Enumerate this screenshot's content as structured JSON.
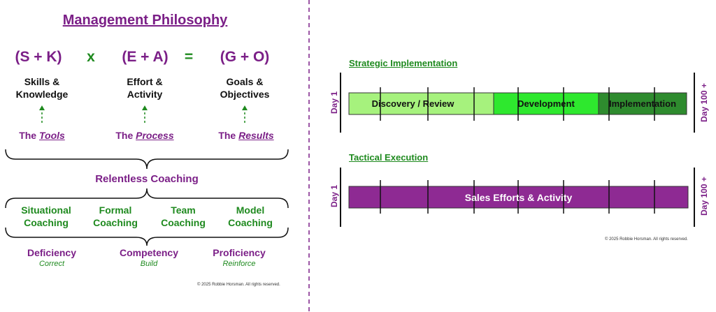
{
  "philosophy": {
    "title": "Management Philosophy",
    "formula": {
      "left": "(S + K)",
      "times": "x",
      "middle": "(E + A)",
      "equals": "=",
      "right": "(G + O)"
    },
    "labels": [
      {
        "line1": "Skills &",
        "line2": "Knowledge"
      },
      {
        "line1": "Effort &",
        "line2": "Activity"
      },
      {
        "line1": "Goals &",
        "line2": "Objectives"
      }
    ],
    "the_items": [
      {
        "prefix": "The",
        "word": "Tools"
      },
      {
        "prefix": "The",
        "word": "Process"
      },
      {
        "prefix": "The",
        "word": "Results"
      }
    ],
    "relentless": "Relentless Coaching",
    "coaching": [
      {
        "line1": "Situational",
        "line2": "Coaching"
      },
      {
        "line1": "Formal",
        "line2": "Coaching"
      },
      {
        "line1": "Team",
        "line2": "Coaching"
      },
      {
        "line1": "Model",
        "line2": "Coaching"
      }
    ],
    "levels": [
      {
        "name": "Deficiency",
        "sub": "Correct"
      },
      {
        "name": "Competency",
        "sub": "Build"
      },
      {
        "name": "Proficiency",
        "sub": "Reinforce"
      }
    ],
    "copyright": "© 2025 Robbie Horsman. All rights reserved."
  },
  "timeline": {
    "strategic": {
      "title": "Strategic Implementation",
      "phases": [
        "Discovery / Review",
        "Development",
        "Implementation"
      ]
    },
    "tactical": {
      "title": "Tactical Execution",
      "bar": "Sales Efforts & Activity"
    },
    "day_start": "Day 1",
    "day_end": "Day 100 +",
    "copyright": "© 2025 Robbie Horsman. All rights reserved."
  },
  "colors": {
    "purple": "#7b1f87",
    "green": "#1f8a1f",
    "phase1": "#a6f27d",
    "phase2": "#2ee82e",
    "phase3": "#2e8b2e",
    "tactical_bar": "#8e2a93"
  }
}
